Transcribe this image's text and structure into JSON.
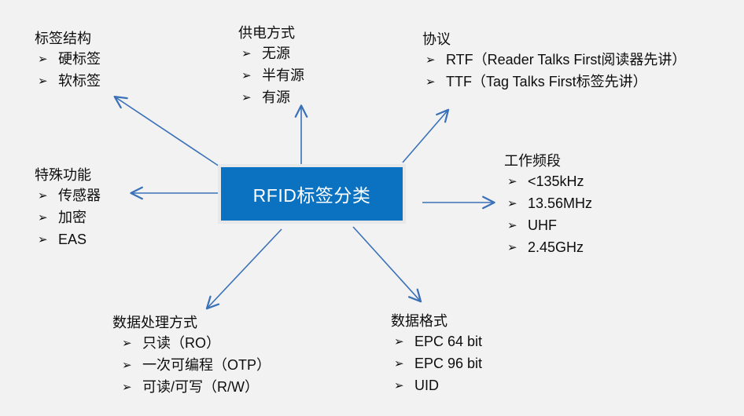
{
  "diagram": {
    "title": "RFID标签分类",
    "background_color": "#f2f2f2",
    "node_fill_color": "#0a72c0",
    "node_text_color": "#ffffff",
    "arrow_color": "#3a71b8",
    "bullet_glyph": "➢",
    "center": {
      "label": "RFID标签分类"
    },
    "branches": [
      {
        "id": "tag-structure",
        "title": "标签结构",
        "items": [
          "硬标签",
          "软标签"
        ]
      },
      {
        "id": "power-supply",
        "title": "供电方式",
        "items": [
          "无源",
          "半有源",
          "有源"
        ]
      },
      {
        "id": "protocol",
        "title": "协议",
        "items": [
          "RTF（Reader Talks First阅读器先讲）",
          "TTF（Tag Talks First标签先讲）"
        ]
      },
      {
        "id": "working-frequency",
        "title": "工作频段",
        "items": [
          "<135kHz",
          "13.56MHz",
          "UHF",
          "2.45GHz"
        ]
      },
      {
        "id": "special-function",
        "title": "特殊功能",
        "items": [
          "传感器",
          "加密",
          "EAS"
        ]
      },
      {
        "id": "data-processing",
        "title": "数据处理方式",
        "items": [
          "只读（RO）",
          "一次可编程（OTP）",
          "可读/可写（R/W）"
        ]
      },
      {
        "id": "data-format",
        "title": "数据格式",
        "items": [
          "EPC 64 bit",
          "EPC 96 bit",
          "UID"
        ]
      }
    ]
  }
}
